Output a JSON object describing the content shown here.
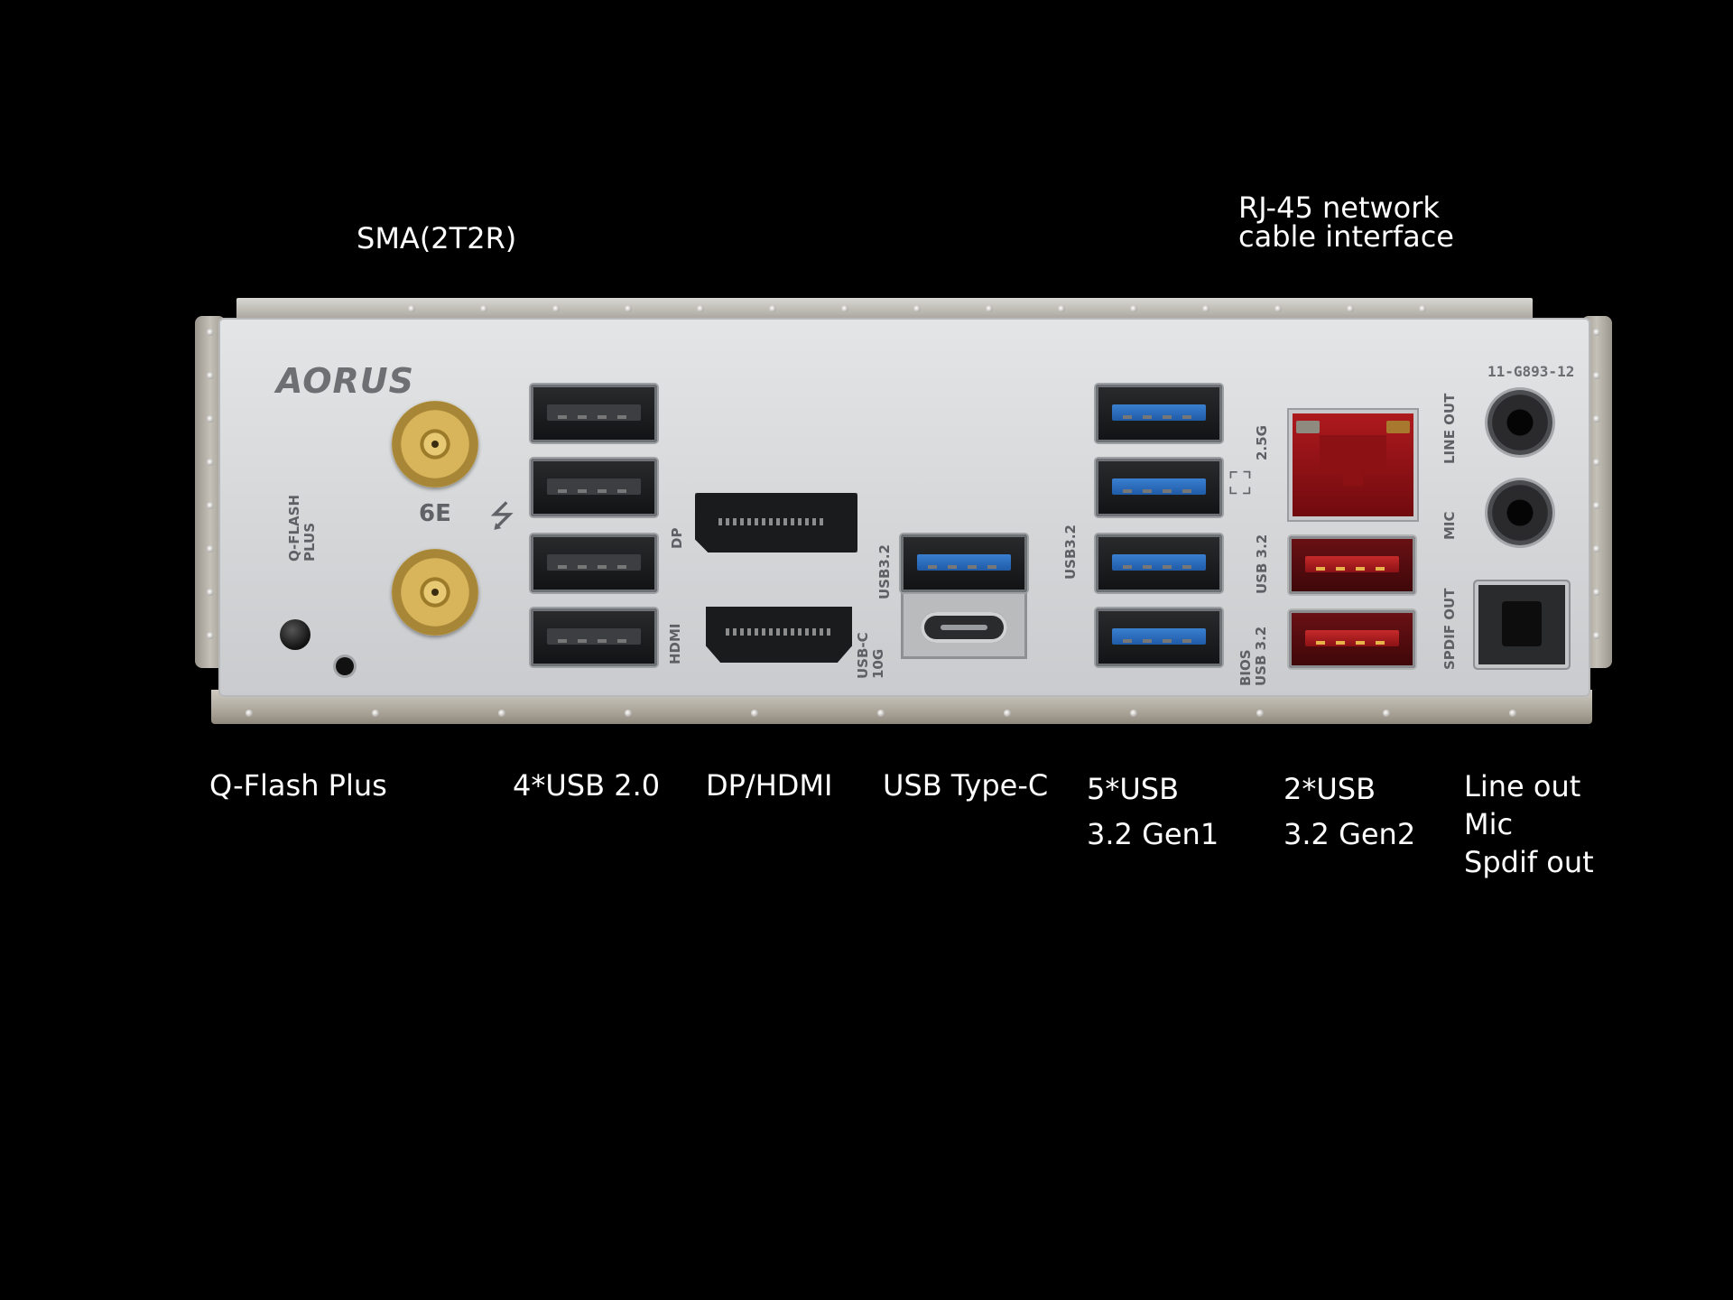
{
  "callouts": {
    "sma": "SMA(2T2R)",
    "rj45": [
      "RJ-45 network",
      "cable interface"
    ],
    "qflash": "Q-Flash Plus",
    "usb20": "4*USB 2.0",
    "dphdmi": "DP/HDMI",
    "typec": "USB Type-C",
    "usb32gen1": [
      "5*USB",
      "3.2 Gen1"
    ],
    "usb32gen2": [
      "2*USB",
      "3.2 Gen2"
    ],
    "audio": [
      "Line out",
      "Mic",
      "Spdif out"
    ]
  },
  "shield": {
    "logo": "AORUS",
    "part_number": "11-G893-12",
    "labels": {
      "qflash": [
        "Q-FLASH",
        "PLUS"
      ],
      "dp": "DP",
      "hdmi": "HDMI",
      "usb32_a": "USB3.2",
      "usbc": [
        "USB-C",
        "10G"
      ],
      "usb32_b": "USB3.2",
      "lan": "2.5G",
      "usb32_c": "USB 3.2",
      "bios": [
        "BIOS",
        "USB 3.2"
      ],
      "line_out": "LINE OUT",
      "mic": "MIC",
      "spdif": "SPDIF OUT"
    },
    "wifi_badge": "6E",
    "usb_symbol": "⭍"
  },
  "colors": {
    "background": "#000000",
    "plate": "#d6d8da",
    "usb_blue": "#2f6fc2",
    "usb_red": "#b11d21",
    "gold": "#d8b55a"
  }
}
